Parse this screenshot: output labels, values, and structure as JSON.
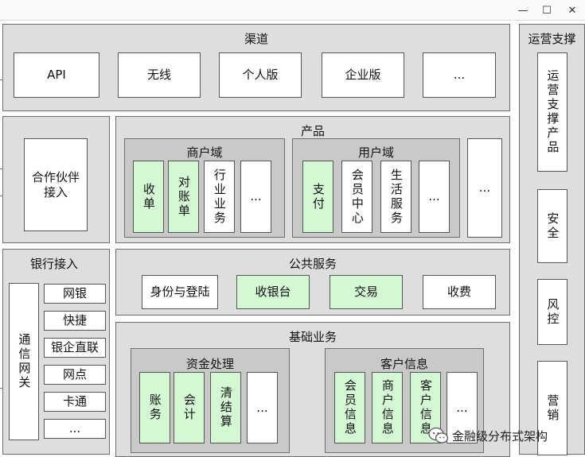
{
  "window": {
    "min_icon": "—",
    "max_icon": "☐",
    "close_icon": "✕"
  },
  "channel": {
    "title": "渠道",
    "items": [
      "API",
      "无线",
      "个人版",
      "企业版",
      "..."
    ]
  },
  "partner": {
    "label": "合作伙伴\n接入"
  },
  "product": {
    "title": "产品",
    "merchant": {
      "title": "商户域",
      "items": [
        "收单",
        "对账单",
        "行业业务",
        "..."
      ]
    },
    "user": {
      "title": "用户域",
      "items": [
        "支付",
        "会员中心",
        "生活服务",
        "..."
      ]
    },
    "more": "..."
  },
  "bank": {
    "title": "银行接入",
    "gateway": "通信网关",
    "items": [
      "网银",
      "快捷",
      "银企直联",
      "网点",
      "卡通",
      "..."
    ]
  },
  "public": {
    "title": "公共服务",
    "items": [
      "身份与登陆",
      "收银台",
      "交易",
      "收费"
    ]
  },
  "base": {
    "title": "基础业务",
    "fund": {
      "title": "资金处理",
      "items": [
        "账务",
        "会计",
        "清结算",
        "..."
      ]
    },
    "customer": {
      "title": "客户信息",
      "items": [
        "会员信息",
        "商户信息",
        "客户信息",
        "..."
      ]
    }
  },
  "ops": {
    "title": "运营支撑",
    "items": [
      "运营支撑产品",
      "安全",
      "风控",
      "营销"
    ]
  },
  "watermark": {
    "text": "金融级分布式架构"
  }
}
